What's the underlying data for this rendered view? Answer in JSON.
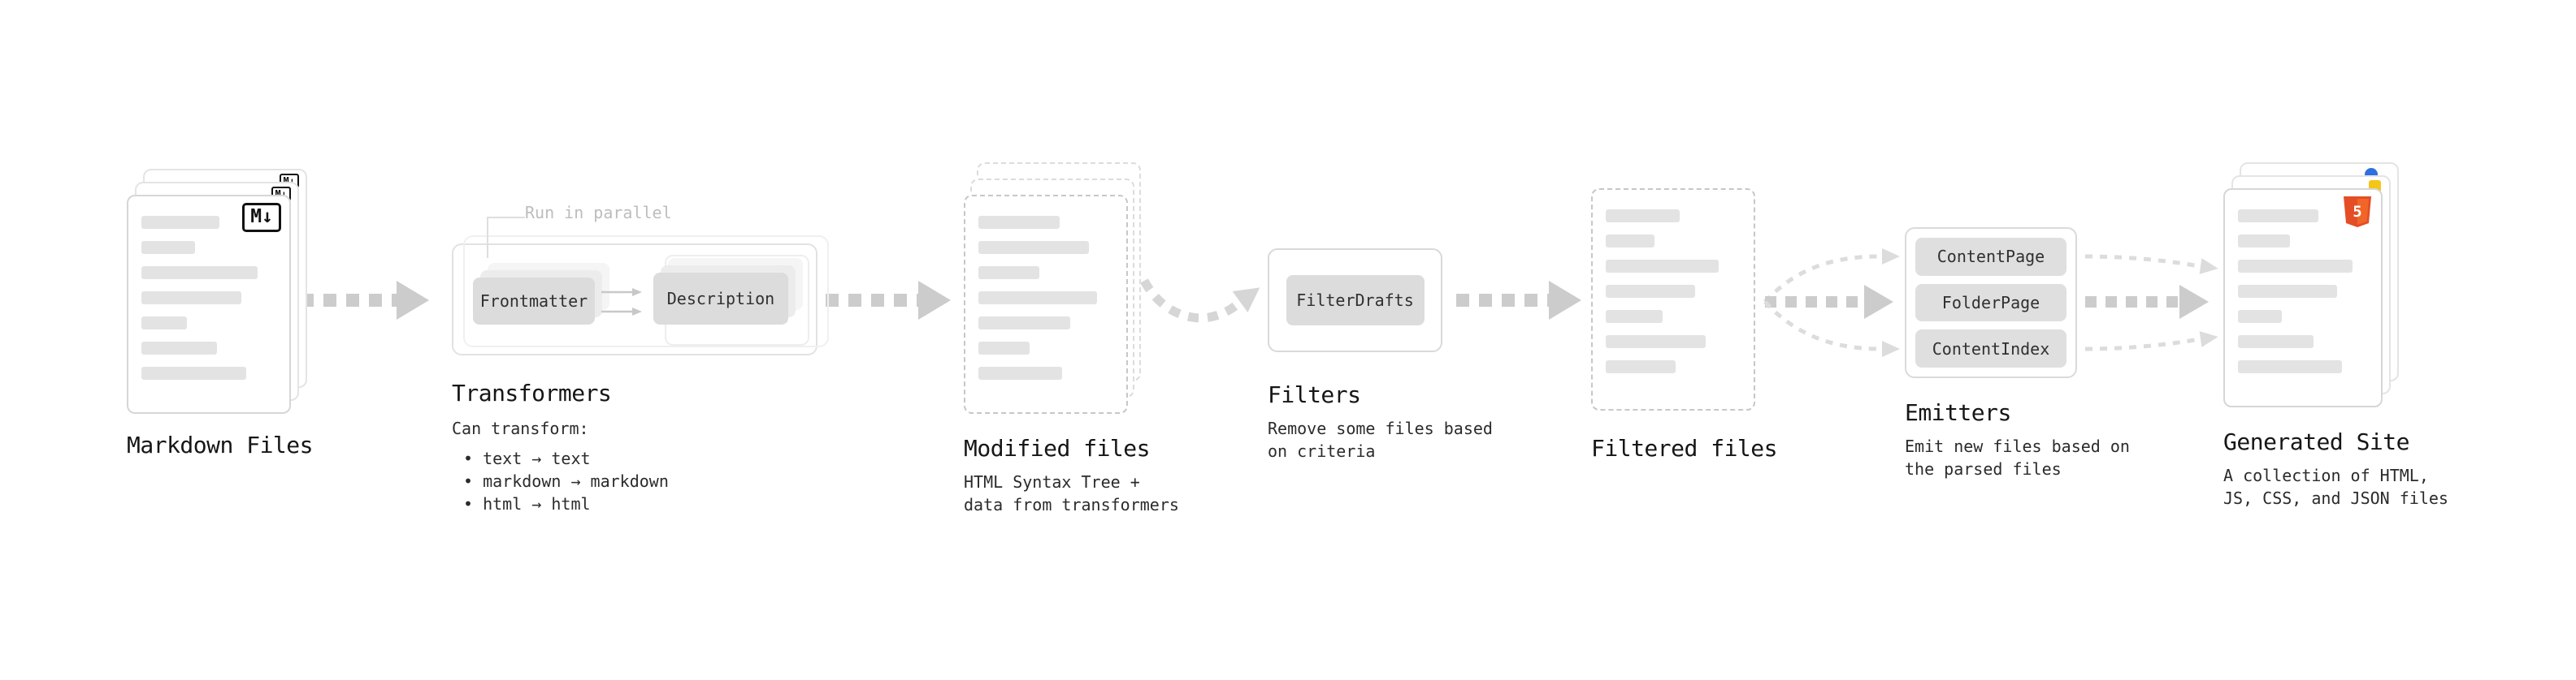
{
  "colors": {
    "arrow_thick": "#cccccc",
    "arrow_thin": "#dcdcdc",
    "card_border": "#d6d6d6",
    "dashed_border": "#c7c7c7",
    "placeholder_bar": "#e3e3e3",
    "button_bg": "#dcdcdc",
    "text_primary": "#161616",
    "note_gray": "#bdbdbd",
    "markdown_badge": "#111111",
    "html5_orange": "#e44d26",
    "dot_blue": "#2f6fde",
    "dot_yellow": "#f5c518"
  },
  "markdown_files": {
    "label": "Markdown Files",
    "badge": "M↓"
  },
  "transformers": {
    "note": "Run in parallel",
    "step1": "Frontmatter",
    "step2": "Description",
    "label": "Transformers",
    "desc_title": "Can transform:",
    "bullets": [
      "• text → text",
      "• markdown → markdown",
      "• html → html"
    ]
  },
  "modified_files": {
    "label": "Modified files",
    "desc": "HTML Syntax Tree +\ndata from transformers"
  },
  "filters": {
    "step": "FilterDrafts",
    "label": "Filters",
    "desc": "Remove some files based\non criteria"
  },
  "filtered_files": {
    "label": "Filtered files"
  },
  "emitters": {
    "steps": [
      "ContentPage",
      "FolderPage",
      "ContentIndex"
    ],
    "label": "Emitters",
    "desc": "Emit new files based on\nthe parsed files"
  },
  "generated_site": {
    "label": "Generated Site",
    "badge": "5",
    "desc": "A collection of HTML,\nJS, CSS, and JSON files"
  }
}
